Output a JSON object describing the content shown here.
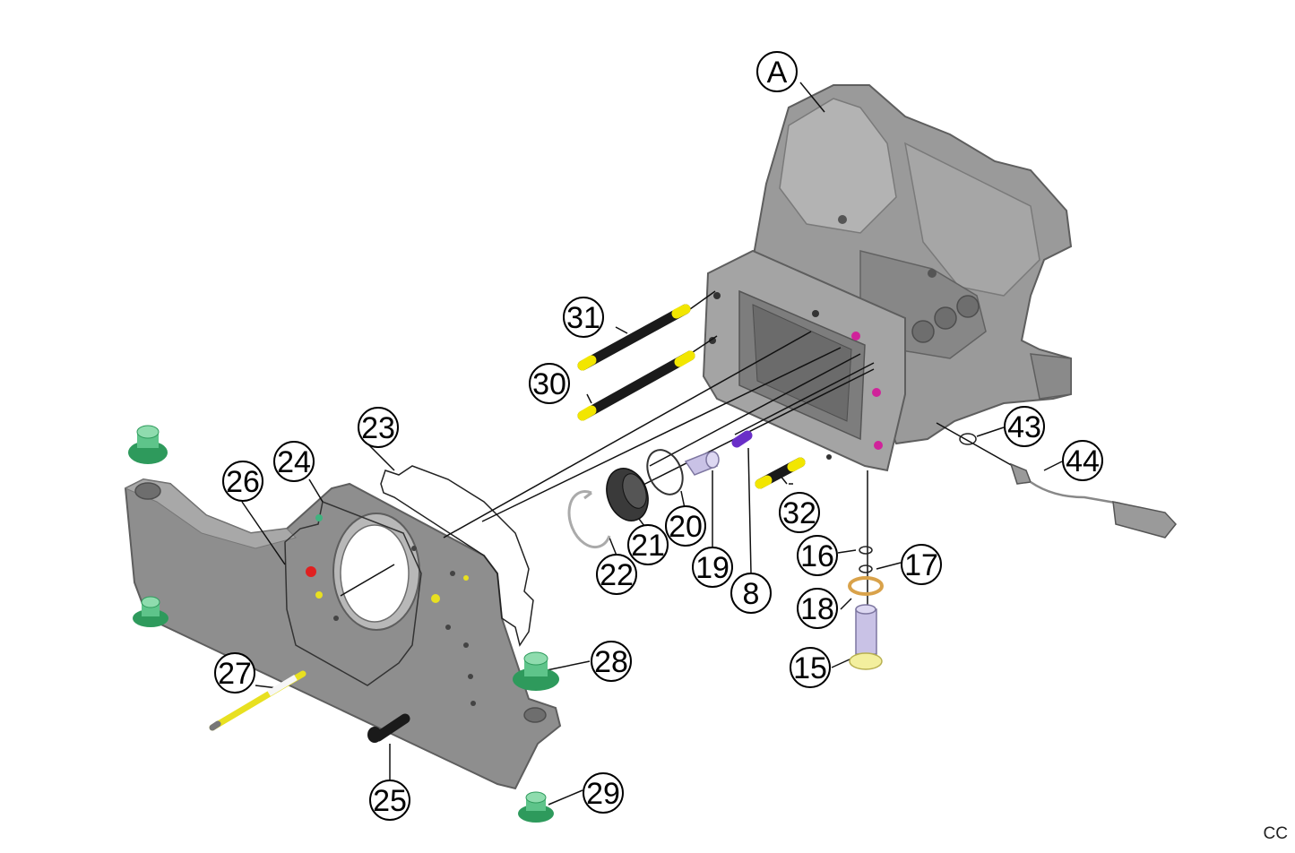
{
  "callouts": {
    "A": "A",
    "c31": "31",
    "c30": "30",
    "c23": "23",
    "c24": "24",
    "c26": "26",
    "c43": "43",
    "c44": "44",
    "c32": "32",
    "c20": "20",
    "c21": "21",
    "c22": "22",
    "c19": "19",
    "c8": "8",
    "c16": "16",
    "c17": "17",
    "c18": "18",
    "c15": "15",
    "c27": "27",
    "c28": "28",
    "c25": "25",
    "c29": "29"
  },
  "corner_label": "CC",
  "colors": {
    "housing": "#8f8f8f",
    "housing_dark": "#6e6e6e",
    "housing_light": "#b8b8b8",
    "bolt_black": "#1a1a1a",
    "bolt_tip": "#f2e600",
    "bushing_green": "#5ec48a",
    "bushing_green_dark": "#2e9a5c",
    "dowel_purple": "#6a2fc8",
    "plug_lavender": "#c9c2e6",
    "oring_orange": "#d9a24a",
    "port_magenta": "#d0239a",
    "marker_red": "#e02020"
  }
}
